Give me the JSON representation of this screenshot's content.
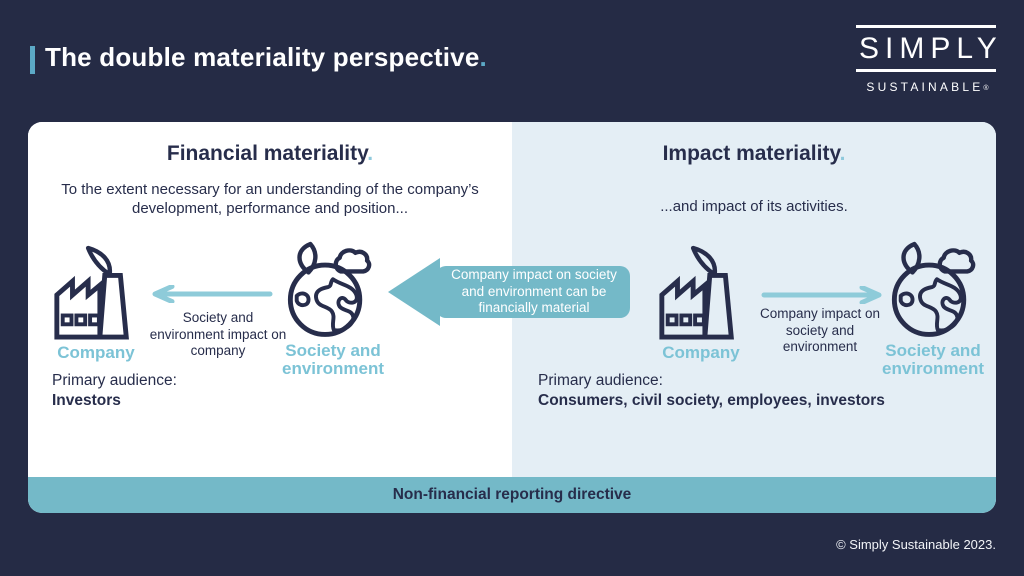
{
  "header": {
    "title": "The double materiality perspective",
    "title_period": ".",
    "logo": {
      "line1": "SIMPLY",
      "line2": "SUSTAINABLE",
      "registered": "®"
    }
  },
  "financial": {
    "heading": "Financial materiality",
    "heading_period": ".",
    "description": "To the extent necessary for an understanding of the company’s development, performance and position...",
    "company_label": "Company",
    "arrow_label": "Society and environment impact on company",
    "society_label": "Society and environment",
    "audience_label": "Primary audience:",
    "audience_value": "Investors"
  },
  "impact": {
    "heading": "Impact materiality",
    "heading_period": ".",
    "description": "...and impact of its activities.",
    "company_label": "Company",
    "arrow_label": "Company impact on society and environment",
    "society_label": "Society and environment",
    "audience_label": "Primary audience:",
    "audience_value": "Consumers, civil society, employees, investors"
  },
  "center_arrow": {
    "label": "Company impact on society and environment can be financially material"
  },
  "banner": {
    "label": "Non-financial reporting directive"
  },
  "footer": {
    "copyright": "© Simply Sustainable 2023."
  },
  "icons": {
    "factory-icon": "outlined factory with leaf smoke",
    "globe-icon": "outlined globe with leaf and cloud",
    "arrow-left-icon": "thin teal left arrow",
    "arrow-right-icon": "thin teal right arrow",
    "big-arrow-left-icon": "large teal left block arrow"
  },
  "colors": {
    "background_navy": "#252b45",
    "text_navy": "#272d4b",
    "accent_teal": "#5ca9c6",
    "label_teal": "#7cc3d6",
    "arrow_teal": "#74b9c8",
    "thin_arrow_teal": "#8ecbd9",
    "panel_left": "#ffffff",
    "panel_right": "#e4eef5"
  }
}
